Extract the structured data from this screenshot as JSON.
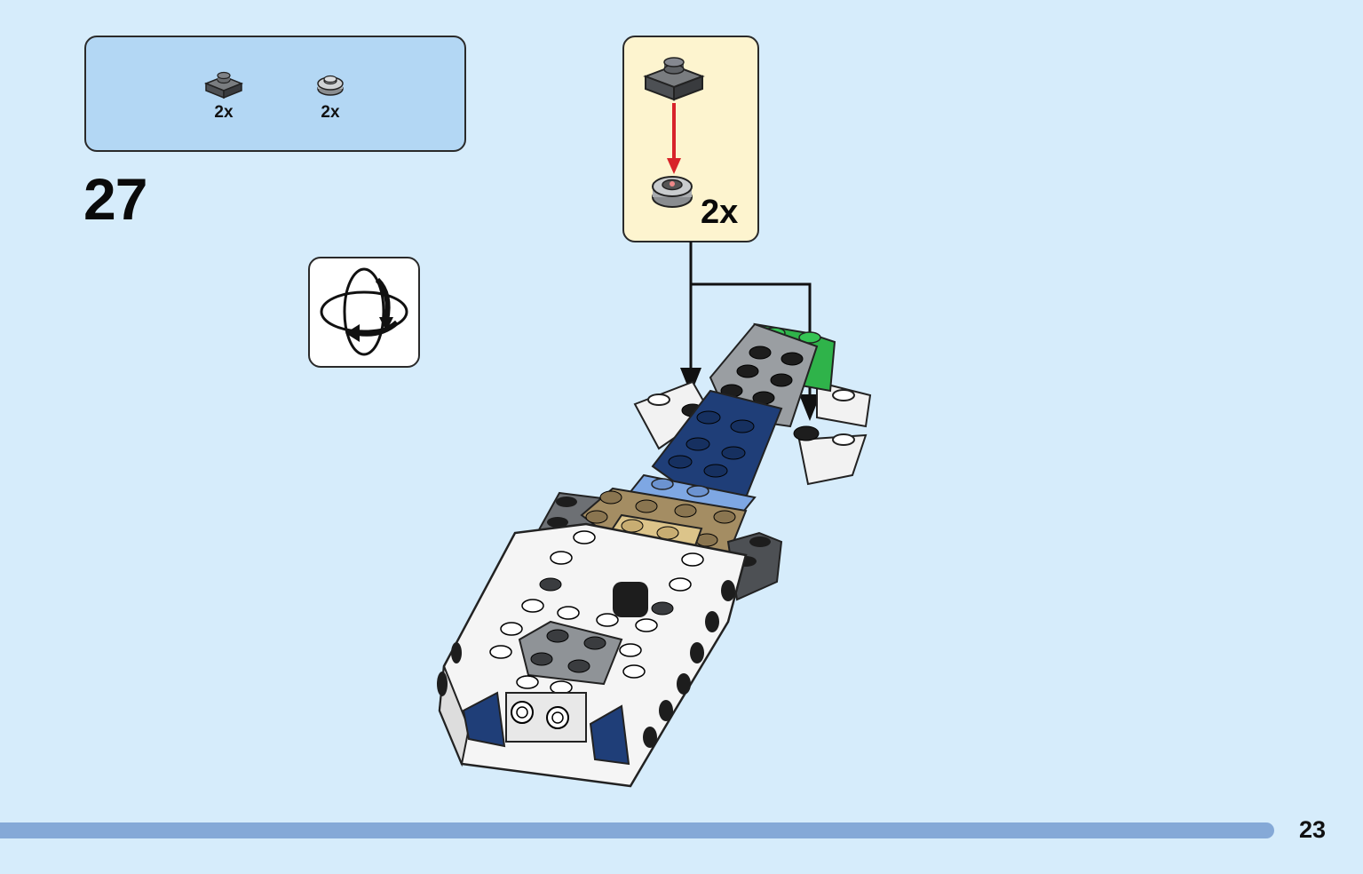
{
  "parts_list": {
    "items": [
      {
        "icon": "dark-gray-plate-1x1-icon",
        "quantity": "2x",
        "color": "#5c5f63"
      },
      {
        "icon": "round-plate-1x1-icon",
        "quantity": "2x",
        "color": "#9a9da0"
      }
    ],
    "background": "#b3d7f4"
  },
  "step": {
    "number": "27"
  },
  "rotate_indicator": {
    "icon": "rotate-model-icon"
  },
  "submodel": {
    "quantity": "2x",
    "background": "#fdf4cf",
    "arrow_color": "#d8232a"
  },
  "page": {
    "number": "23",
    "background": "#d6ecfb",
    "footer_color": "#85a9d7"
  }
}
